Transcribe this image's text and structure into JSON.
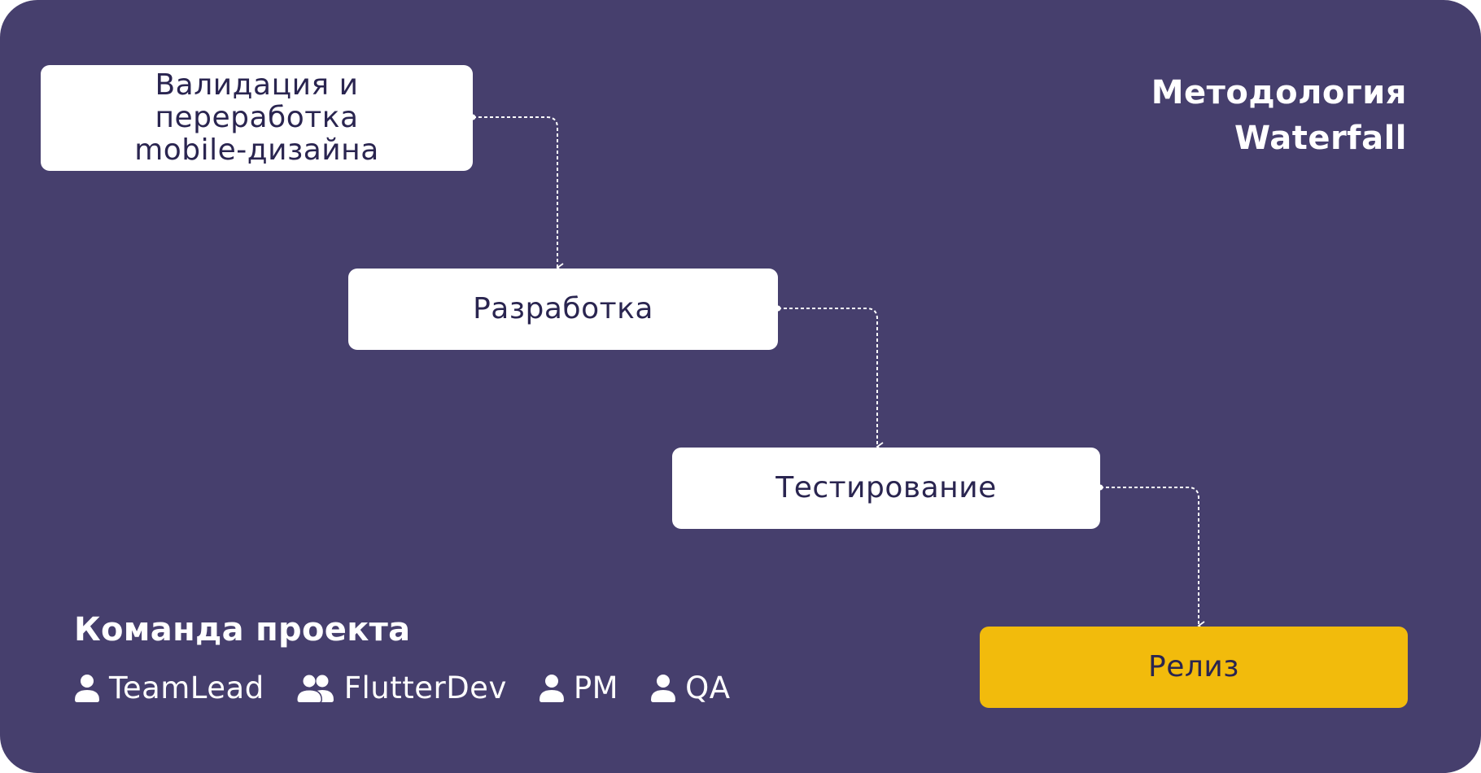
{
  "title": {
    "line1": "Методология",
    "line2": "Waterfall"
  },
  "steps": [
    {
      "id": "validation",
      "label": "Валидация и переработка\nmobile-дизайна"
    },
    {
      "id": "development",
      "label": "Разработка"
    },
    {
      "id": "testing",
      "label": "Тестирование"
    },
    {
      "id": "release",
      "label": "Релиз"
    }
  ],
  "team": {
    "heading": "Команда проекта",
    "members": [
      {
        "name": "TeamLead",
        "icon": "user-icon"
      },
      {
        "name": "FlutterDev",
        "icon": "users-icon"
      },
      {
        "name": "PM",
        "icon": "user-icon"
      },
      {
        "name": "QA",
        "icon": "user-icon"
      }
    ]
  },
  "colors": {
    "background": "#463f6d",
    "step_box": "#ffffff",
    "release_box": "#f2bb0c",
    "text_dark": "#2a2550",
    "text_light": "#ffffff",
    "connector": "#ffffff"
  }
}
